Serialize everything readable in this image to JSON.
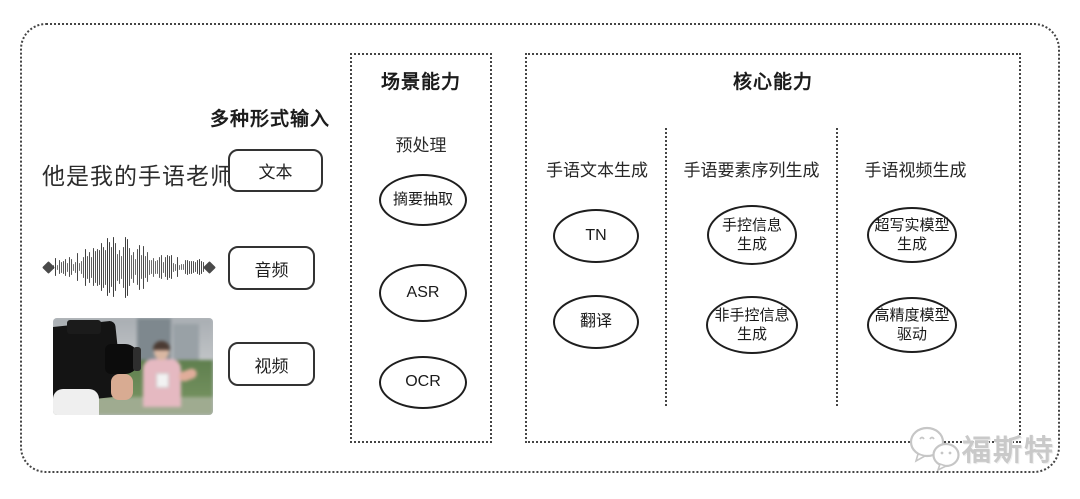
{
  "diagram": {
    "input": {
      "title": "多种形式输入",
      "sample_text": "他是我的手语老师",
      "text_label": "文本",
      "audio_label": "音频",
      "video_label": "视频"
    },
    "scene": {
      "title": "场景能力",
      "subtitle": "预处理",
      "nodes": [
        "摘要抽取",
        "ASR",
        "OCR"
      ]
    },
    "core": {
      "title": "核心能力",
      "columns": [
        {
          "header": "手语文本生成",
          "nodes": [
            "TN",
            "翻译"
          ]
        },
        {
          "header": "手语要素序列生成",
          "nodes": [
            "手控信息\n生成",
            "非手控信息\n生成"
          ]
        },
        {
          "header": "手语视频生成",
          "nodes": [
            "超写实模型\n生成",
            "高精度模型\n驱动"
          ]
        }
      ]
    },
    "watermark": {
      "text": "福斯特",
      "icon": "wechat-chat-bubbles-icon"
    }
  },
  "colors": {
    "border": "#454545",
    "text": "#1e1e1e",
    "watermark": "#c9c9c9"
  }
}
